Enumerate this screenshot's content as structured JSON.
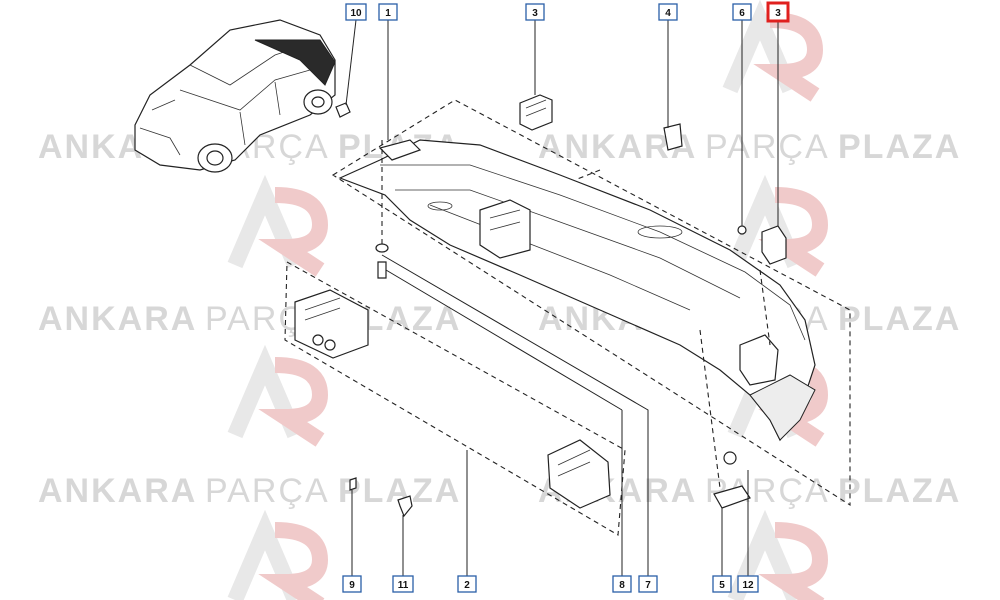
{
  "watermark": {
    "brand_primary": "ANKARA",
    "brand_secondary": "PARÇA",
    "brand_tertiary": "PLAZA",
    "color": "#d7d7d7",
    "logo_accent": "#f0caca"
  },
  "callouts": [
    {
      "id": "c10",
      "label": "10",
      "selected": false
    },
    {
      "id": "c1",
      "label": "1",
      "selected": false
    },
    {
      "id": "c3a",
      "label": "3",
      "selected": false
    },
    {
      "id": "c4",
      "label": "4",
      "selected": false
    },
    {
      "id": "c6",
      "label": "6",
      "selected": false
    },
    {
      "id": "c3b",
      "label": "3",
      "selected": true
    },
    {
      "id": "c9",
      "label": "9",
      "selected": false
    },
    {
      "id": "c11",
      "label": "11",
      "selected": false
    },
    {
      "id": "c2",
      "label": "2",
      "selected": false
    },
    {
      "id": "c8",
      "label": "8",
      "selected": false
    },
    {
      "id": "c7",
      "label": "7",
      "selected": false
    },
    {
      "id": "c5",
      "label": "5",
      "selected": false
    },
    {
      "id": "c12",
      "label": "12",
      "selected": false
    }
  ],
  "colors": {
    "callout_border": "#2a5fa8",
    "selected_border": "#e0201e",
    "line": "#222222"
  }
}
